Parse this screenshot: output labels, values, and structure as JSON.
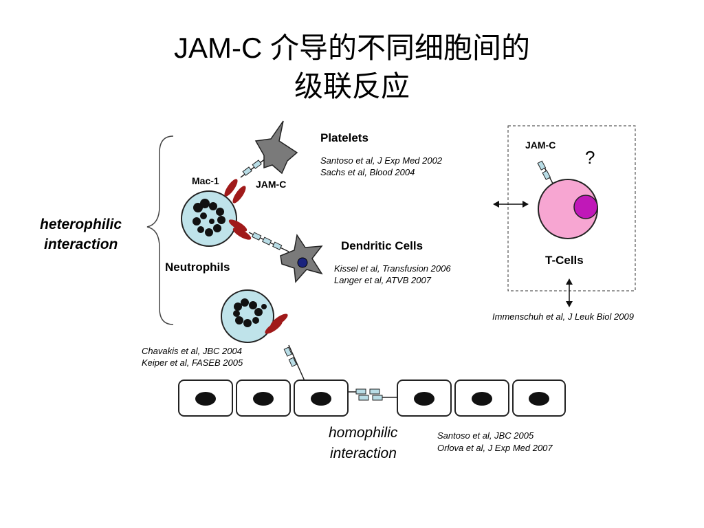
{
  "title": {
    "line1": "JAM-C 介导的不同细胞间的",
    "line2": "级联反应"
  },
  "labels": {
    "heterophilic_1": "heterophilic",
    "heterophilic_2": "interaction",
    "mac1": "Mac-1",
    "jamc_neutrophil": "JAM-C",
    "neutrophils": "Neutrophils",
    "platelets": "Platelets",
    "dendritic_cells": "Dendritic Cells",
    "jamc_tcell": "JAM-C",
    "question": "?",
    "tcells": "T-Cells",
    "homophilic_1": "homophilic",
    "homophilic_2": "interaction"
  },
  "references": {
    "platelets_1": "Santoso et al, J Exp Med 2002",
    "platelets_2": "Sachs et al, Blood 2004",
    "dendritic_1": "Kissel et al, Transfusion 2006",
    "dendritic_2": "Langer et al, ATVB 2007",
    "tcells_1": "Immenschuh et al, J Leuk Biol 2009",
    "neutrophil_endo_1": "Chavakis et al, JBC 2004",
    "neutrophil_endo_2": "Keiper et al, FASEB 2005",
    "homophilic_1": "Santoso et al, JBC 2005",
    "homophilic_2": "Orlova et al, J Exp Med 2007"
  },
  "colors": {
    "neutrophil_fill": "#bfe3ea",
    "receptor_red": "#a01a1a",
    "platelet_gray": "#7a7a7a",
    "tcell_pink": "#f7a6d2",
    "tcell_nucleus": "#c018b8",
    "dc_nucleus": "#1a237e",
    "jamc_box": "#b9dde6"
  }
}
